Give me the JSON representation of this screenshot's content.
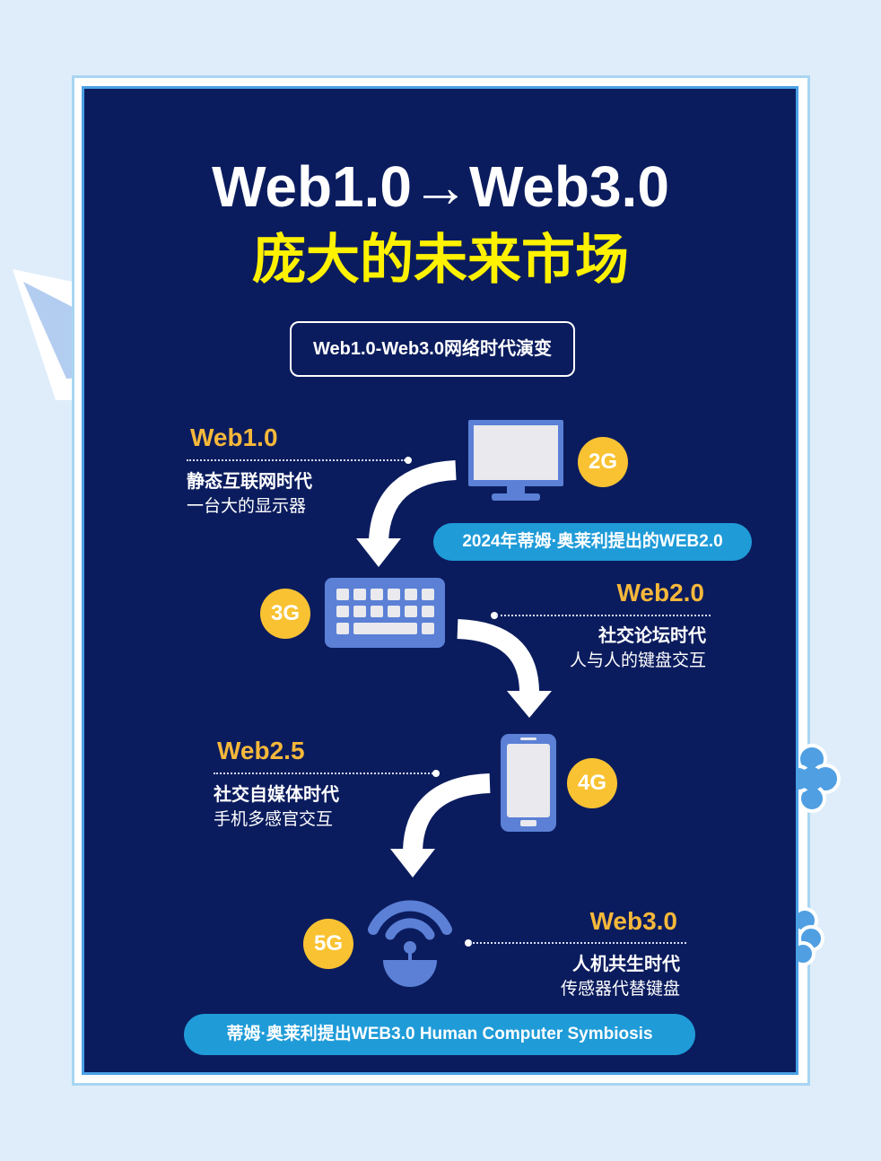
{
  "title": "Web1.0→Web3.0",
  "subtitle": "庞大的未来市场",
  "section_box": "Web1.0-Web3.0网络时代演变",
  "stages": [
    {
      "version": "Web1.0",
      "era": "静态互联网时代",
      "desc": "一台大的显示器",
      "network": "2G",
      "device_icon": "monitor-icon"
    },
    {
      "version": "Web2.0",
      "era": "社交论坛时代",
      "desc": "人与人的键盘交互",
      "network": "3G",
      "device_icon": "keyboard-icon"
    },
    {
      "version": "Web2.5",
      "era": "社交自媒体时代",
      "desc": "手机多感官交互",
      "network": "4G",
      "device_icon": "smartphone-icon"
    },
    {
      "version": "Web3.0",
      "era": "人机共生时代",
      "desc": "传感器代替键盘",
      "network": "5G",
      "device_icon": "wireless-sensor-icon"
    }
  ],
  "notes": {
    "web2_origin": "2024年蒂姆·奥莱利提出的WEB2.0",
    "web3_origin": "蒂姆·奥莱利提出WEB3.0 Human Computer Symbiosis"
  },
  "colors": {
    "background": "#deedf9",
    "frame": "#a8d5f2",
    "panel": "#0b1c5e",
    "panel_border": "#4aa0e4",
    "title": "#ffffff",
    "subtitle": "#fff200",
    "version_label": "#f6b83a",
    "network_badge": "#f8c232",
    "pill": "#1f9bd8",
    "device": "#5b80d6",
    "device_screen": "#e9e9ee",
    "arrow": "#ffffff"
  }
}
